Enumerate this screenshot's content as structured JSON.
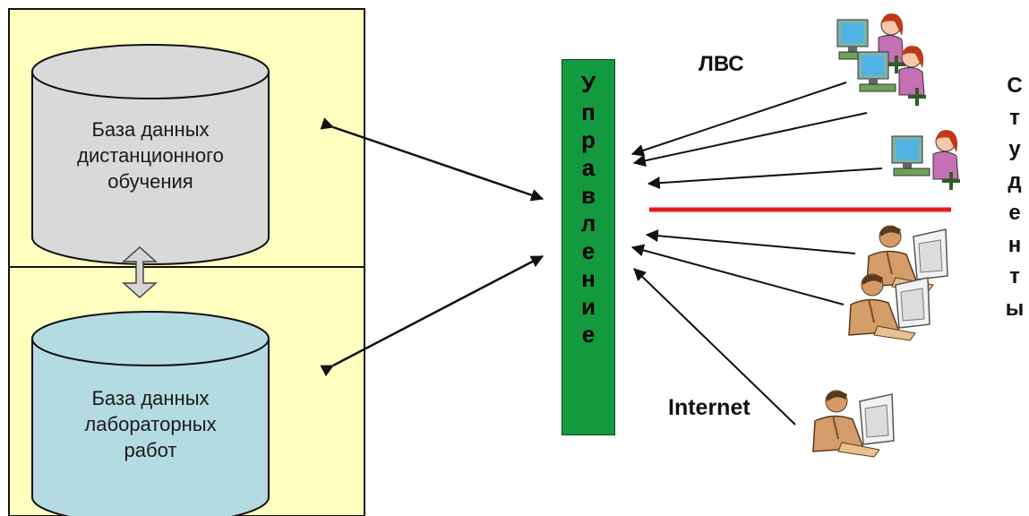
{
  "databases": {
    "distance": [
      "База данных",
      "дистанционного",
      "обучения"
    ],
    "labs": [
      "База данных",
      "лабораторных",
      "работ"
    ]
  },
  "control": {
    "label": "Управление"
  },
  "networks": {
    "lan": "ЛВС",
    "internet": "Internet"
  },
  "students": {
    "label": "Студенты"
  },
  "icons": [
    "student-computer-icon",
    "user-workstation-icon"
  ],
  "colors": {
    "panel": "#ffffc0",
    "db_top": "#d9d9d9",
    "db_labs": "#b4dbe2",
    "control": "#139a3e",
    "divider": "#e51c1c"
  }
}
